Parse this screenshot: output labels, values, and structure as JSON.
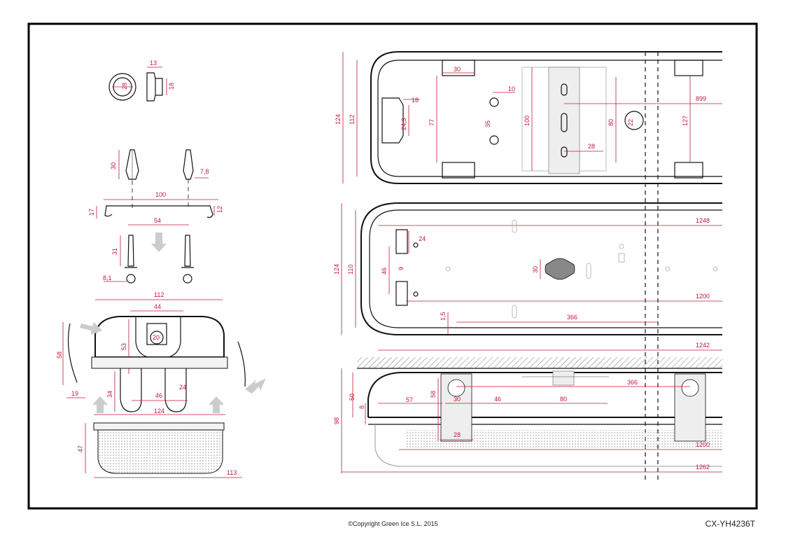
{
  "footer": {
    "copyright": "©Copyright Green Ice S.L. 2015",
    "code": "CX-YH4236T"
  },
  "colors": {
    "dimension": "#c4163a",
    "outline": "#111111",
    "frame": "#000000"
  },
  "dims": {
    "cap": {
      "d28": "28",
      "d13": "13",
      "d18": "18"
    },
    "plugs": {
      "d30": "30",
      "d7_8": "7,8"
    },
    "clip": {
      "d100": "100",
      "d17": "17",
      "d12": "12",
      "d54": "54"
    },
    "screws": {
      "d31": "31",
      "d8_1": "8,1"
    },
    "section": {
      "d112": "112",
      "d44": "44",
      "d20": "20",
      "d53": "53",
      "d58": "58",
      "d19": "19",
      "d34": "34",
      "d46": "46",
      "d24": "24",
      "d124": "124",
      "d47": "47",
      "d113": "113"
    },
    "top": {
      "d124": "124",
      "d112": "112",
      "d30": "30",
      "d18": "18",
      "d24_3": "24,3",
      "d77": "77",
      "d10": "10",
      "d35": "35",
      "d100": "100",
      "d80": "80",
      "d22": "22",
      "d28": "28",
      "d899": "899",
      "d127": "127"
    },
    "bottom": {
      "d124": "124",
      "d110": "110",
      "d24": "24",
      "d46": "46",
      "d9": "9",
      "d30": "30",
      "d1248": "1248",
      "d1200": "1200",
      "d1_5": "1,5",
      "d366": "366"
    },
    "side": {
      "d1242": "1242",
      "d50": "50",
      "d8": "8",
      "d98": "98",
      "d57": "57",
      "d58": "58",
      "d30": "30",
      "d46": "46",
      "d80": "80",
      "d366": "366",
      "d28": "28",
      "d1200": "1200",
      "d1262": "1262"
    }
  }
}
